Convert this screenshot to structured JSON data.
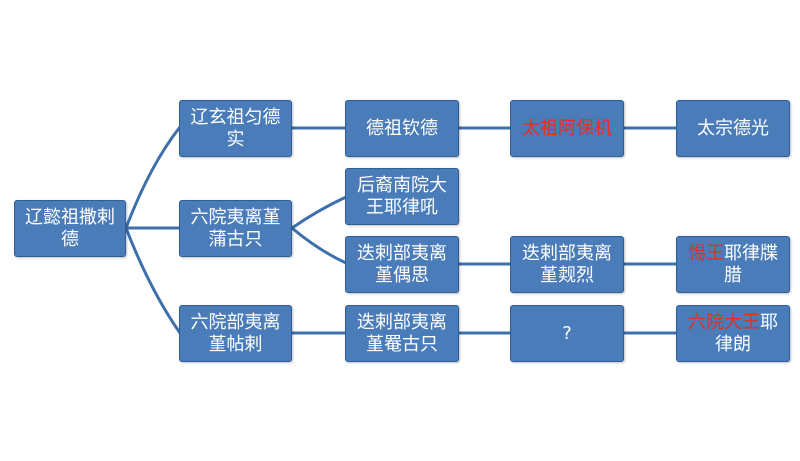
{
  "nodes": {
    "root": {
      "text": "辽懿祖撒剌德"
    },
    "xuanzu": {
      "text": "辽玄祖匀德实"
    },
    "liuyuan_puguzhi": {
      "text": "六院夷离堇蒲古只"
    },
    "liuyuan_tiela": {
      "text": "六院部夷离堇帖剌"
    },
    "dezu": {
      "text": "德祖钦德"
    },
    "taizu": {
      "text": "太祖阿保机",
      "color": "#e2301f"
    },
    "taizong": {
      "text": "太宗德光"
    },
    "houyi": {
      "text": "后裔南院大王耶律吼"
    },
    "diela_ousi": {
      "text": "迭剌部夷离堇偶思"
    },
    "diela_kuilie": {
      "text": "迭剌部夷离堇觌烈"
    },
    "dielie_pei": {
      "text": "迭剌部夷离堇罨古只"
    },
    "unknown": {
      "text": "?"
    },
    "dieli_wang": {
      "prefix": "惕王",
      "suffix": "耶律牒腊",
      "prefix_color": "#e2301f"
    },
    "liuyuan_wang": {
      "prefix": "六院大王",
      "suffix": "耶律朗",
      "prefix_color": "#e2301f"
    }
  },
  "colors": {
    "node_fill": "#4a7cba",
    "node_border": "#2f5e97",
    "connector": "#3e70ab",
    "highlight_text": "#e2301f"
  }
}
